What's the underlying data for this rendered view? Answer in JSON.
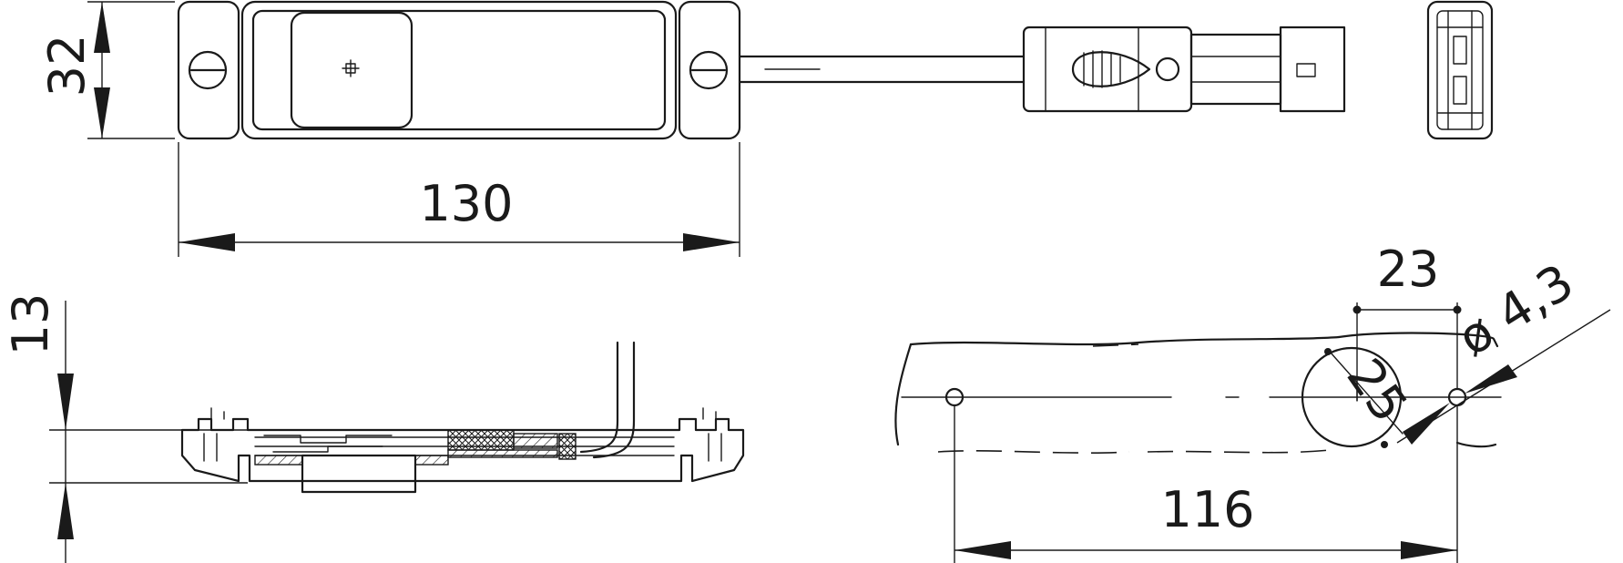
{
  "dimensions": {
    "height_top_view": "32",
    "length_top_view": "130",
    "height_side_view": "13",
    "hole_spacing": "116",
    "inner_spacing": "23",
    "radius_label": "25",
    "hole_diameter": "ø 4,3"
  }
}
